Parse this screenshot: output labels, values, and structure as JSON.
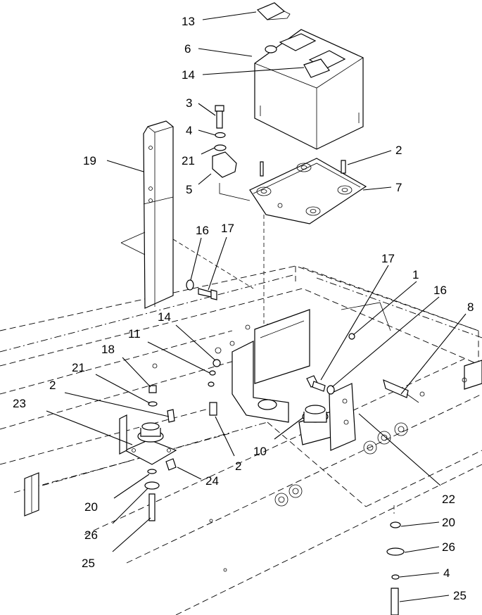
{
  "diagram": {
    "callouts": [
      "13",
      "6",
      "14",
      "3",
      "4",
      "21",
      "5",
      "19",
      "2",
      "7",
      "16",
      "17",
      "1",
      "17",
      "16",
      "8",
      "14",
      "11",
      "18",
      "21",
      "2",
      "23",
      "2",
      "10",
      "22",
      "24",
      "20",
      "26",
      "25",
      "20",
      "26",
      "4",
      "25"
    ]
  }
}
